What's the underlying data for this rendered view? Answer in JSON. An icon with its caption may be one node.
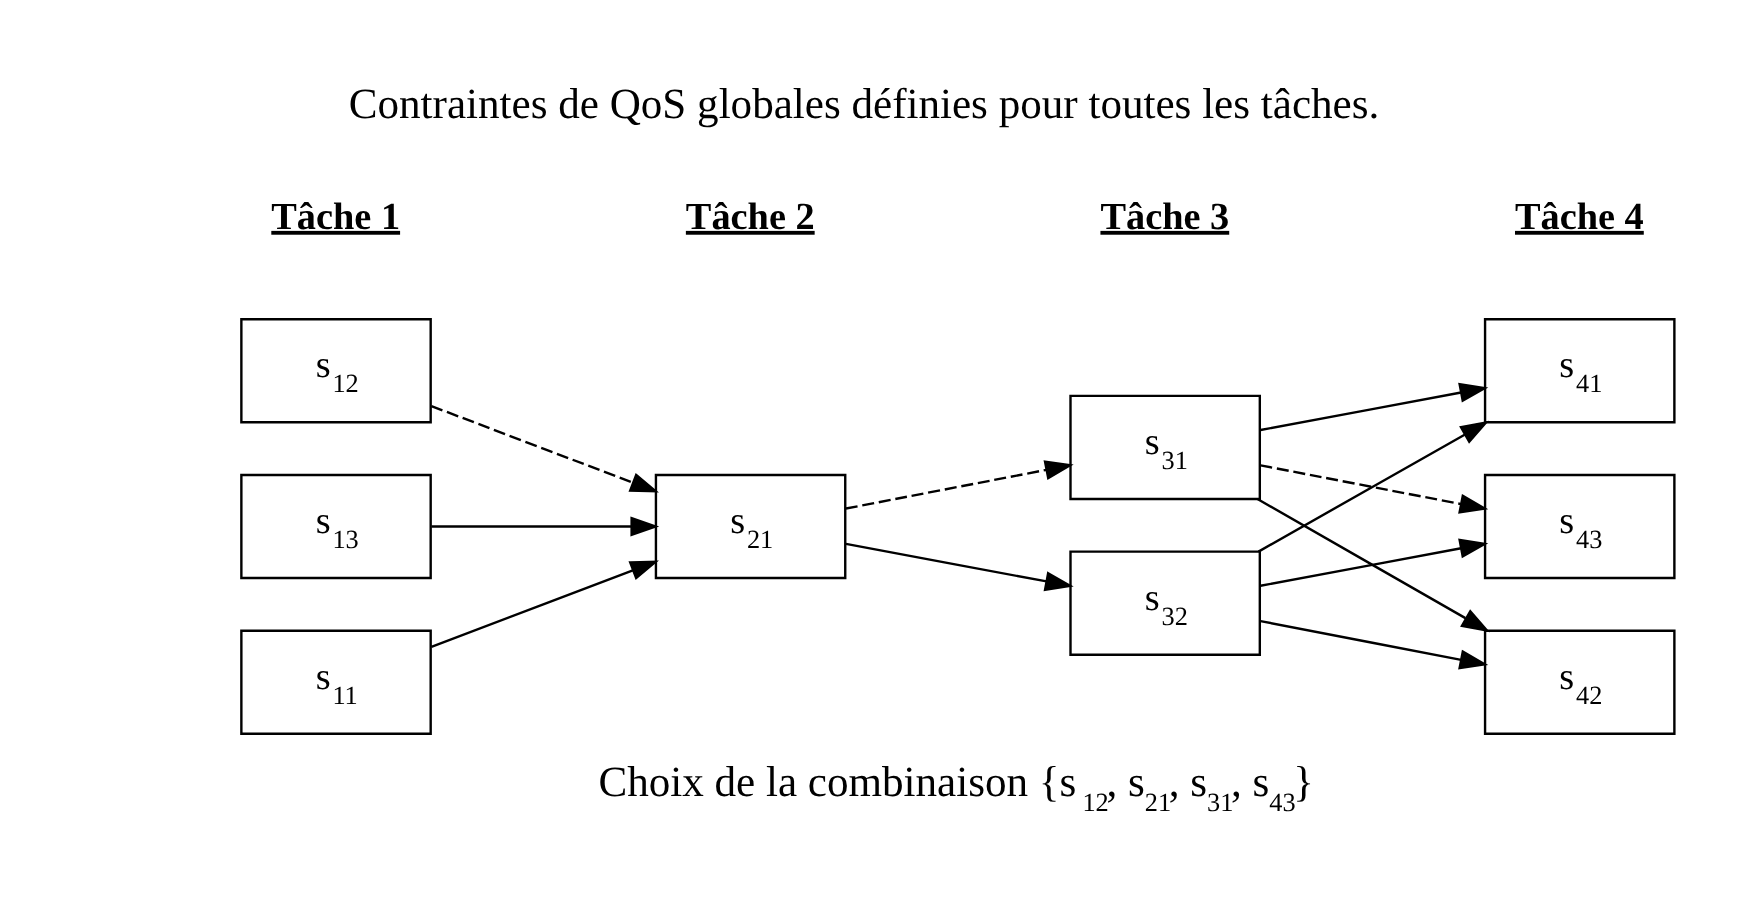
{
  "diagram": {
    "title": "Contraintes de QoS globales définies pour toutes les tâches.",
    "caption": "Choix de la combinaison {s$_{12}$, s$_{21}$, s$_{31}$, s$_{43}$}",
    "nodes": [
      {
        "text": [
          "s$_{11}$"
        ]
      },
      {
        "text": [
          "s$_{12}$"
        ]
      },
      {
        "text": [
          "s$_{13}$"
        ]
      },
      {
        "text": [
          "s$_{21}$"
        ]
      },
      {
        "text": [
          "s$_{31}$"
        ]
      },
      {
        "text": [
          "s$_{32}$"
        ]
      },
      {
        "text": [
          "s$_{41}$"
        ]
      },
      {
        "text": [
          "s$_{42}$"
        ]
      },
      {
        "text": [
          "s$_{43}$"
        ]
      }
    ],
    "edges": [
      {
        "from": 0,
        "to": 3,
        "arrow": "to"
      },
      {
        "from": 1,
        "to": 3,
        "arrow": "to",
        "style": "dashed"
      },
      {
        "from": 2,
        "to": 3,
        "arrow": "to"
      },
      {
        "from": 3,
        "to": 4,
        "arrow": "to",
        "style": "dashed"
      },
      {
        "from": 3,
        "to": 5,
        "arrow": "to"
      },
      {
        "from": 4,
        "to": 6,
        "arrow": "to"
      },
      {
        "from": 4,
        "to": 7,
        "arrow": "to"
      },
      {
        "from": 4,
        "to": 8,
        "arrow": "to",
        "style": "dashed"
      },
      {
        "from": 5,
        "to": 6,
        "arrow": "to"
      },
      {
        "from": 5,
        "to": 7,
        "arrow": "to"
      },
      {
        "from": 5,
        "to": 8,
        "arrow": "to"
      }
    ],
    "labels": [
      "Tâche 1",
      "Tâche 2",
      "Tâche 3",
      "Tâche 4"
    ]
  }
}
